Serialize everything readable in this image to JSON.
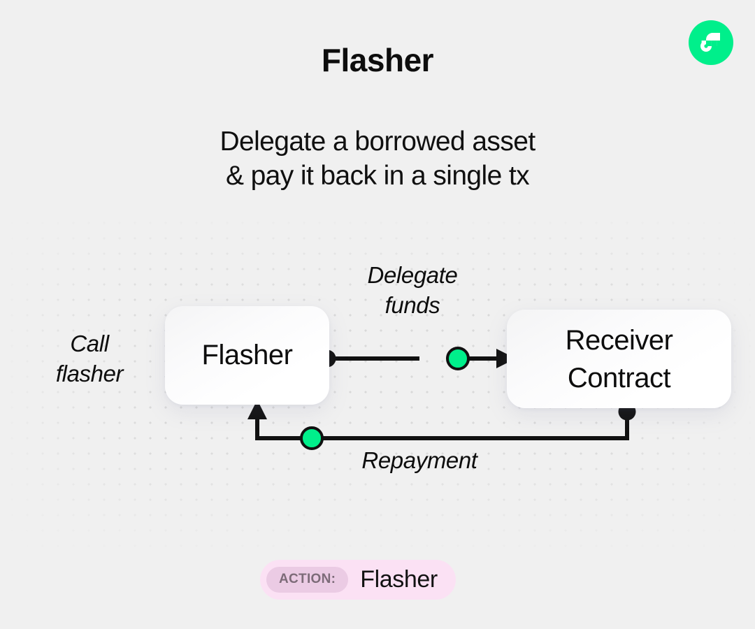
{
  "header": {
    "title": "Flasher",
    "subtitle": "Delegate a borrowed asset\n& pay it back in a single tx",
    "logo_icon": "flow-logo-icon"
  },
  "diagram": {
    "nodes": [
      {
        "id": "flasher",
        "label": "Flasher"
      },
      {
        "id": "receiver",
        "label": "Receiver\nContract"
      }
    ],
    "labels": {
      "call": "Call\nflasher",
      "delegate": "Delegate\nfunds",
      "repayment": "Repayment"
    },
    "connectors": [
      {
        "id": "delegate-edge",
        "from": "flasher",
        "to": "receiver",
        "label": "Delegate funds",
        "direction": "right"
      },
      {
        "id": "repayment-edge",
        "from": "receiver",
        "to": "flasher",
        "label": "Repayment",
        "direction": "left-up"
      }
    ]
  },
  "footer": {
    "badge_prefix": "ACTION:",
    "badge_value": "Flasher"
  },
  "colors": {
    "background": "#f0f0f0",
    "brand_green": "#00ef8b",
    "line": "#111111",
    "badge_bg": "#fbe1f4",
    "badge_chip_bg": "#ebcbe4",
    "badge_chip_text": "#7c6b78",
    "dot_grid": "#d9d9d9"
  }
}
